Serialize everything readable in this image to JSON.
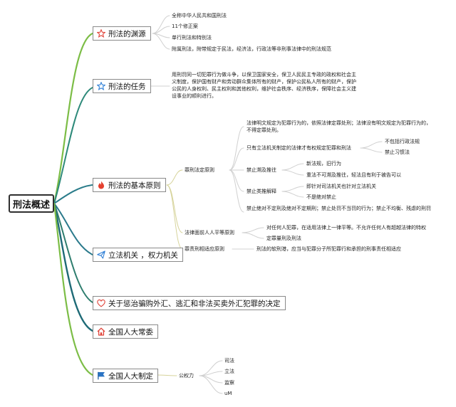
{
  "root": "刑法概述",
  "topics": [
    {
      "label": "刑法的渊源",
      "icon": "star-outline-icon"
    },
    {
      "label": "刑法的任务",
      "icon": "star-blue-icon"
    },
    {
      "label": "刑法的基本原则",
      "icon": "flame-icon"
    },
    {
      "label": "立法机关 ，权力机关",
      "icon": "paper-plane-icon"
    },
    {
      "label": "关于惩治骗购外汇、逃汇和非法买卖外汇犯罪的决定",
      "icon": "heart-outline-icon"
    },
    {
      "label": "全国人大常委",
      "icon": "home-icon"
    },
    {
      "label": "全国人大制定",
      "icon": "flag-icon"
    }
  ],
  "sources": [
    "全称中华人民共和国刑法",
    "11个修正案",
    "单行刑法和特别法",
    "附属刑法，附带规定于民法，经济法，行政法等非刑事法律中的刑法规范"
  ],
  "tasks_text": "用刑罚同一切犯罪行为做斗争，以保卫国家安全，保卫人民民主专政的政权和社会主义制度，保护国有财产和劳动群众集体所有的财产，保护公民私人所有的财产，保护公民的人身权利、民主权利和其他权利，维护社会秩序、经济秩序，保障社会主义建设事业的顺利进行。",
  "principles": {
    "legality": {
      "label": "罪刑法定原则",
      "items": {
        "definition": "法律明文规定为犯罪行为的，依照法律定罪处刑；法律没有明文规定为犯罪行为的，不得定罪处刑。",
        "only_legislature": {
          "label": "只有立法机关制定的法律才有权规定犯罪和刑法",
          "children": [
            "不包括行政法规",
            "禁止习惯法"
          ]
        },
        "no_retroactivity": {
          "label": "禁止溯及推往",
          "children": [
            "新法规，旧行为",
            "重法不可溯及推往，轻法且有利于被告可以"
          ]
        },
        "no_analogy": {
          "label": "禁止类推解释",
          "children": [
            "即针对司法机关也针对立法机关",
            "不是绝对禁止"
          ]
        },
        "indefinite": "禁止绝对不定刑及绝对不定期刑；禁止处罚不当罚的行为；禁止不均衡、残虐的刑罚"
      }
    },
    "equality": {
      "label": "法律面前人人平等原则",
      "children": [
        "对任何人犯罪，在适用法律上一律平等。不允许任何人有超越法律的特权",
        "定罪量刑及刑法"
      ]
    },
    "proportionality": {
      "label": "罪责刑相适应原则",
      "text": "刑法的软刑港，应当与犯罪分子所犯罪行和承担的刑事责任相适应"
    }
  },
  "npc": {
    "label": "公权力",
    "items": [
      "司法",
      "立法",
      "监察",
      "uM"
    ]
  }
}
